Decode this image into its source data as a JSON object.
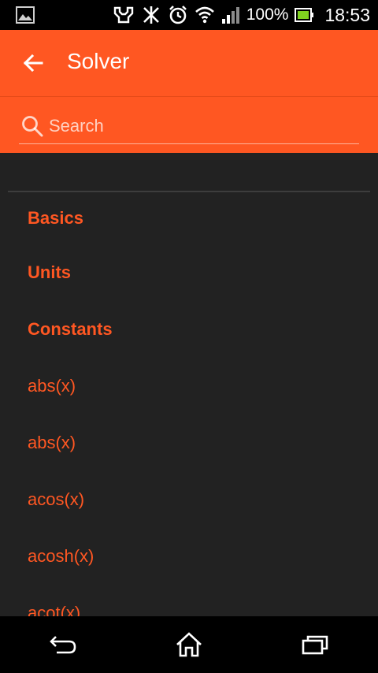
{
  "status_bar": {
    "battery_percent": "100%",
    "time": "18:53"
  },
  "app_bar": {
    "title": "Solver"
  },
  "search": {
    "placeholder": "Search"
  },
  "list": {
    "items": [
      {
        "label": "Basics",
        "bold": true
      },
      {
        "label": "Units",
        "bold": true
      },
      {
        "label": "Constants",
        "bold": true
      },
      {
        "label": "abs(x)",
        "bold": false
      },
      {
        "label": "abs(x)",
        "bold": false
      },
      {
        "label": "acos(x)",
        "bold": false
      },
      {
        "label": "acosh(x)",
        "bold": false
      },
      {
        "label": "acot(x)",
        "bold": false
      }
    ]
  },
  "colors": {
    "accent": "#ff5722",
    "background": "#222222",
    "bars": "#000000"
  }
}
